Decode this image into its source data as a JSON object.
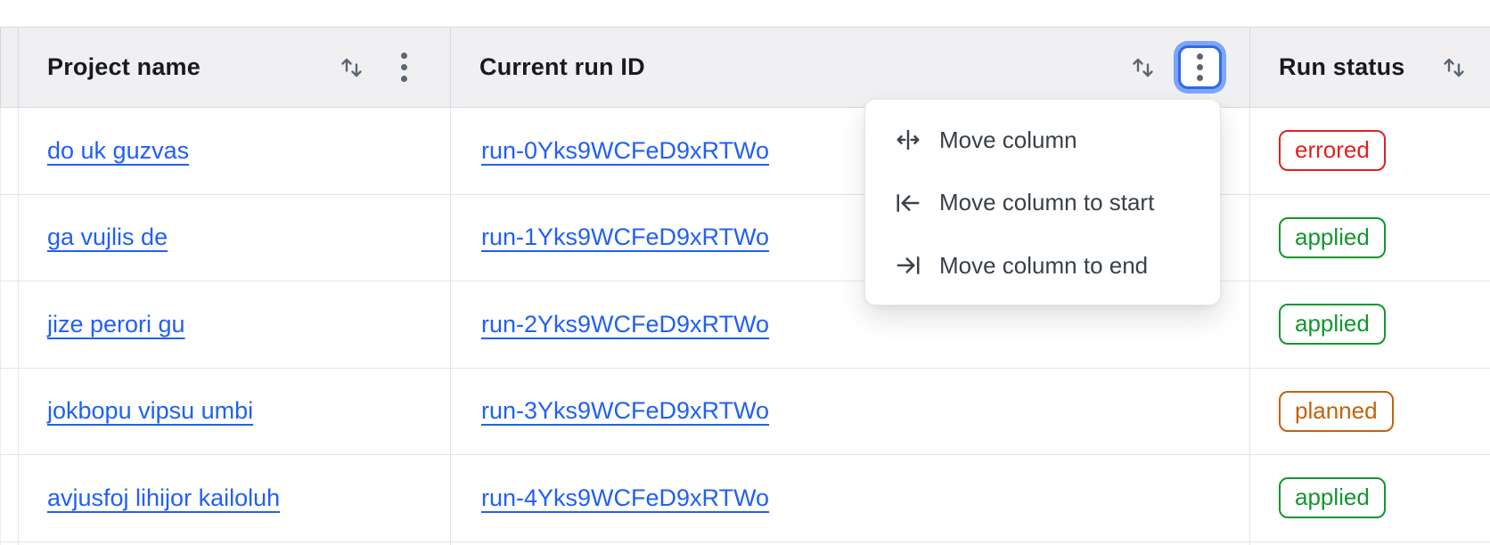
{
  "table": {
    "columns": {
      "project": {
        "label": "Project name"
      },
      "run_id": {
        "label": "Current run ID"
      },
      "run_status": {
        "label": "Run status"
      }
    },
    "rows": [
      {
        "project": "do uk guzvas",
        "run_id": "run-0Yks9WCFeD9xRTWo",
        "status": "errored"
      },
      {
        "project": "ga vujlis de",
        "run_id": "run-1Yks9WCFeD9xRTWo",
        "status": "applied"
      },
      {
        "project": "jize perori gu",
        "run_id": "run-2Yks9WCFeD9xRTWo",
        "status": "applied"
      },
      {
        "project": "jokbopu vipsu umbi",
        "run_id": "run-3Yks9WCFeD9xRTWo",
        "status": "planned"
      },
      {
        "project": "avjusfoj lihijor kailoluh",
        "run_id": "run-4Yks9WCFeD9xRTWo",
        "status": "applied"
      }
    ]
  },
  "column_menu": {
    "items": [
      {
        "label": "Move column",
        "icon": "move-column-icon"
      },
      {
        "label": "Move column to start",
        "icon": "move-column-to-start-icon"
      },
      {
        "label": "Move column to end",
        "icon": "move-column-to-end-icon"
      }
    ]
  },
  "status_colors": {
    "errored": "#df2121",
    "applied": "#12962e",
    "planned": "#c2620b"
  },
  "colors": {
    "link_blue": "#2160f3",
    "focus_ring_border": "#2e6be6",
    "focus_ring_glow": "#7ea6f8",
    "header_background": "#f0f0f2",
    "icon_gray": "#5b6570"
  }
}
